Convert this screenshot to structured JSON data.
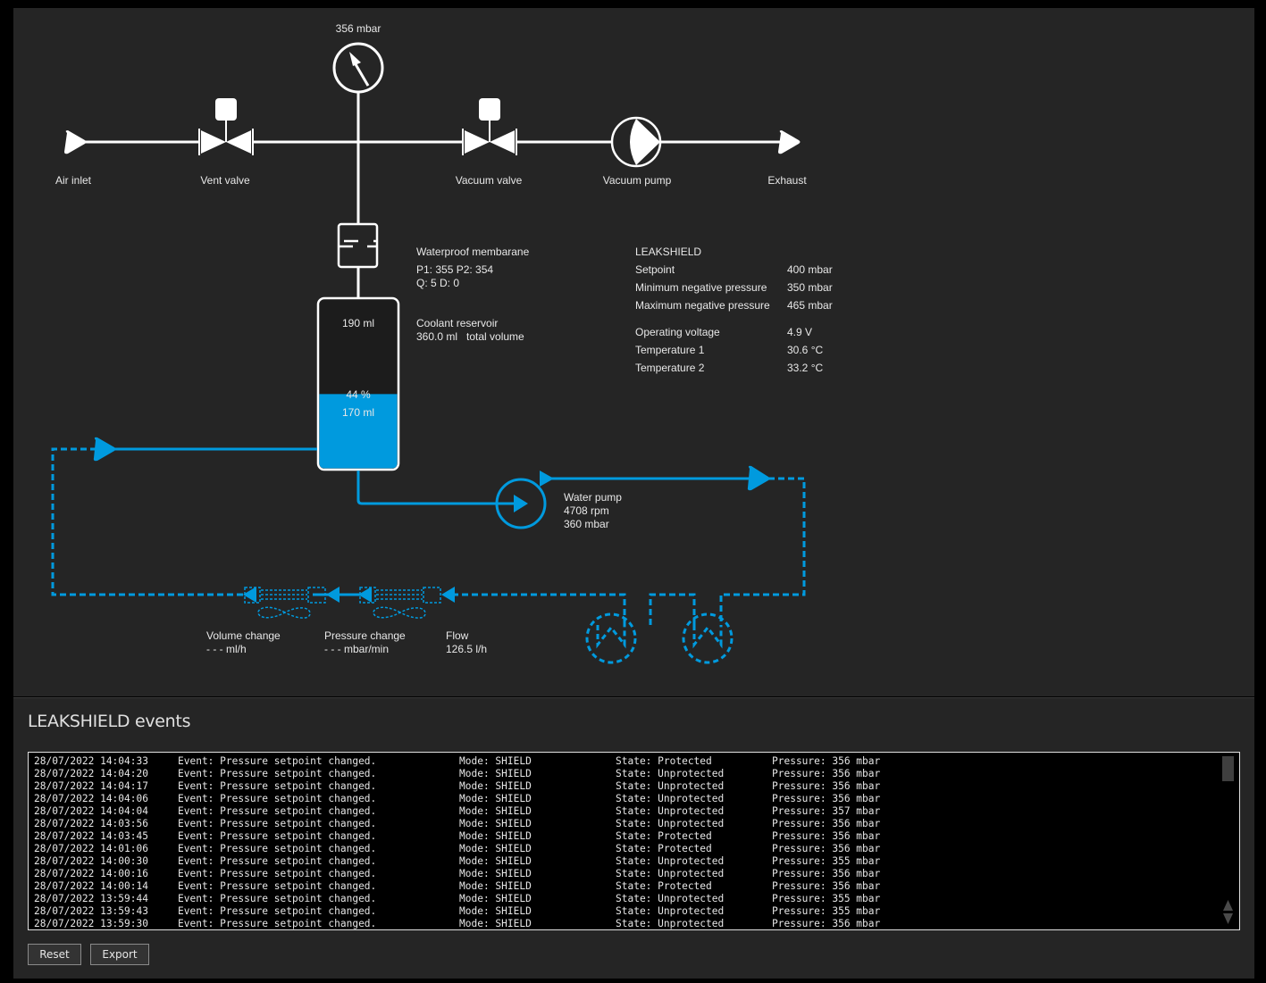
{
  "colors": {
    "background": "#252525",
    "line_white": "#ffffff",
    "coolant_blue": "#009ade",
    "log_background": "#000000"
  },
  "diagram": {
    "pressure_gauge": {
      "value": "356 mbar",
      "icon": "pressure-gauge-icon"
    },
    "air_inlet": {
      "label": "Air inlet",
      "icon": "inlet-arrow-icon"
    },
    "vent_valve": {
      "label": "Vent valve",
      "icon": "valve-icon"
    },
    "vacuum_valve": {
      "label": "Vacuum valve",
      "icon": "valve-icon"
    },
    "vacuum_pump": {
      "label": "Vacuum pump",
      "icon": "pump-icon"
    },
    "exhaust": {
      "label": "Exhaust",
      "icon": "outlet-arrow-icon"
    },
    "membrane": {
      "title": "Waterproof membarane",
      "line1": "P1: 355 P2: 354",
      "line2": "Q: 5 D: 0",
      "icon": "membrane-icon"
    },
    "reservoir": {
      "title": "Coolant reservoir",
      "total": "360.0 ml   total volume",
      "empty_volume": "190 ml",
      "fill_percent_label": "44 %",
      "fill_volume": "170 ml",
      "fill_fraction": 0.44
    },
    "water_pump": {
      "title": "Water pump",
      "rpm": "4708 rpm",
      "pressure": "360 mbar",
      "icon": "water-pump-icon"
    },
    "sensors": {
      "volume_change": {
        "label": "Volume change",
        "value": "- - - ml/h"
      },
      "pressure_change": {
        "label": "Pressure change",
        "value": "- - - mbar/min"
      },
      "flow": {
        "label": "Flow",
        "value": "126.5 l/h"
      }
    }
  },
  "leakshield": {
    "title": "LEAKSHIELD",
    "rows": [
      {
        "label": "Setpoint",
        "value": "400 mbar"
      },
      {
        "label": "Minimum negative pressure",
        "value": "350 mbar"
      },
      {
        "label": "Maximum negative pressure",
        "value": "465 mbar"
      },
      {
        "label": "Operating voltage",
        "value": "4.9 V"
      },
      {
        "label": "Temperature 1",
        "value": "30.6 °C"
      },
      {
        "label": "Temperature 2",
        "value": "33.2 °C"
      }
    ]
  },
  "events": {
    "title": "LEAKSHIELD events",
    "rows": [
      {
        "time": "28/07/2022 14:04:33",
        "event": "Event: Pressure setpoint changed.",
        "mode": "Mode: SHIELD",
        "state": "State: Protected",
        "pressure": "Pressure: 356 mbar"
      },
      {
        "time": "28/07/2022 14:04:20",
        "event": "Event: Pressure setpoint changed.",
        "mode": "Mode: SHIELD",
        "state": "State: Unprotected",
        "pressure": "Pressure: 356 mbar"
      },
      {
        "time": "28/07/2022 14:04:17",
        "event": "Event: Pressure setpoint changed.",
        "mode": "Mode: SHIELD",
        "state": "State: Unprotected",
        "pressure": "Pressure: 356 mbar"
      },
      {
        "time": "28/07/2022 14:04:06",
        "event": "Event: Pressure setpoint changed.",
        "mode": "Mode: SHIELD",
        "state": "State: Unprotected",
        "pressure": "Pressure: 356 mbar"
      },
      {
        "time": "28/07/2022 14:04:04",
        "event": "Event: Pressure setpoint changed.",
        "mode": "Mode: SHIELD",
        "state": "State: Unprotected",
        "pressure": "Pressure: 357 mbar"
      },
      {
        "time": "28/07/2022 14:03:56",
        "event": "Event: Pressure setpoint changed.",
        "mode": "Mode: SHIELD",
        "state": "State: Unprotected",
        "pressure": "Pressure: 356 mbar"
      },
      {
        "time": "28/07/2022 14:03:45",
        "event": "Event: Pressure setpoint changed.",
        "mode": "Mode: SHIELD",
        "state": "State: Protected",
        "pressure": "Pressure: 356 mbar"
      },
      {
        "time": "28/07/2022 14:01:06",
        "event": "Event: Pressure setpoint changed.",
        "mode": "Mode: SHIELD",
        "state": "State: Protected",
        "pressure": "Pressure: 356 mbar"
      },
      {
        "time": "28/07/2022 14:00:30",
        "event": "Event: Pressure setpoint changed.",
        "mode": "Mode: SHIELD",
        "state": "State: Unprotected",
        "pressure": "Pressure: 355 mbar"
      },
      {
        "time": "28/07/2022 14:00:16",
        "event": "Event: Pressure setpoint changed.",
        "mode": "Mode: SHIELD",
        "state": "State: Unprotected",
        "pressure": "Pressure: 356 mbar"
      },
      {
        "time": "28/07/2022 14:00:14",
        "event": "Event: Pressure setpoint changed.",
        "mode": "Mode: SHIELD",
        "state": "State: Protected",
        "pressure": "Pressure: 356 mbar"
      },
      {
        "time": "28/07/2022 13:59:44",
        "event": "Event: Pressure setpoint changed.",
        "mode": "Mode: SHIELD",
        "state": "State: Unprotected",
        "pressure": "Pressure: 355 mbar"
      },
      {
        "time": "28/07/2022 13:59:43",
        "event": "Event: Pressure setpoint changed.",
        "mode": "Mode: SHIELD",
        "state": "State: Unprotected",
        "pressure": "Pressure: 355 mbar"
      },
      {
        "time": "28/07/2022 13:59:30",
        "event": "Event: Pressure setpoint changed.",
        "mode": "Mode: SHIELD",
        "state": "State: Unprotected",
        "pressure": "Pressure: 356 mbar"
      }
    ],
    "buttons": {
      "reset": "Reset",
      "export": "Export"
    }
  }
}
